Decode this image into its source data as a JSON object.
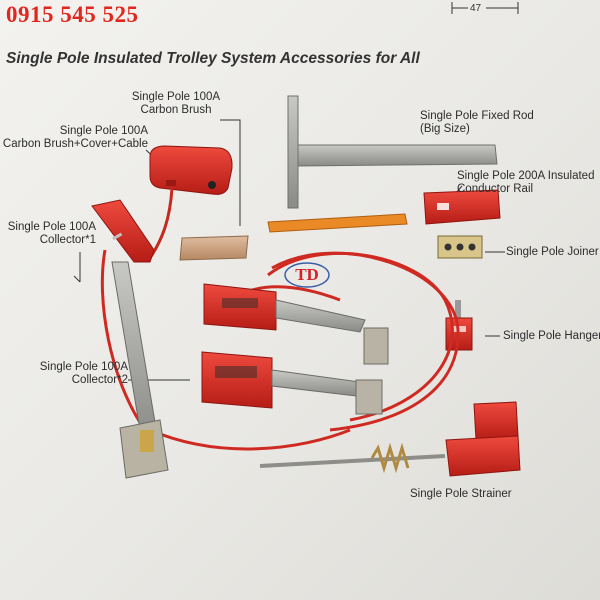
{
  "header": {
    "phone": "0915 545 525",
    "title": "Single Pole Insulated Trolley System Accessories for All",
    "dimension": "47"
  },
  "watermark": {
    "text": "TD"
  },
  "labels": {
    "carbon_brush": {
      "line1": "Single Pole 100A",
      "line2": "Carbon Brush"
    },
    "carbon_brush_cover_cable": {
      "line1": "Single Pole 100A",
      "line2": "Carbon Brush+Cover+Cable"
    },
    "fixed_rod": {
      "line1": "Single Pole Fixed Rod",
      "line2": "(Big Size)"
    },
    "conductor_rail": {
      "line1": "Single Pole 200A Insulated",
      "line2": "Conductor Rail"
    },
    "collector_1": {
      "line1": "Single Pole 100A",
      "line2": "Collector*1"
    },
    "joiner": "Single Pole Joiner",
    "hanger": "Single Pole Hanger",
    "collector_2": {
      "line1": "Single Pole 100A",
      "line2": "Collector*2"
    },
    "strainer": "Single Pole Strainer"
  },
  "colors": {
    "phone": "#e0261d",
    "product_red": "#d8281f",
    "metal": "#9a9a96",
    "copper": "#c79d7a",
    "rail_orange": "#e8821e",
    "brass": "#c9a23a"
  },
  "icons": [
    "carbon-brush-cover",
    "carbon-brush",
    "fixed-rod",
    "conductor-rail",
    "joiner",
    "hanger",
    "collector",
    "strainer"
  ]
}
